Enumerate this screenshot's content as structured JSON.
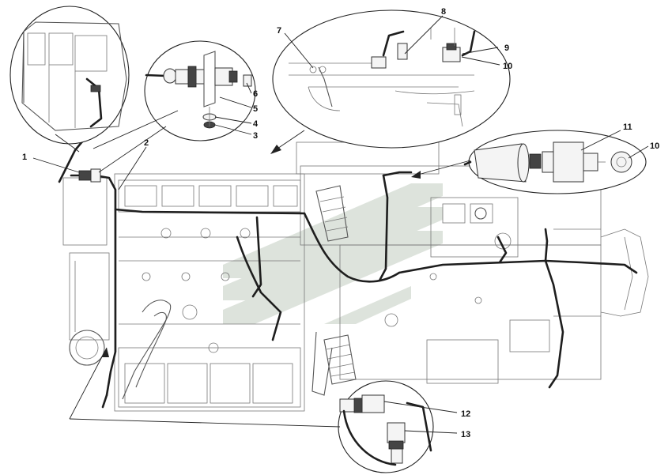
{
  "diagram": {
    "callouts": [
      {
        "id": "c1",
        "label": "1"
      },
      {
        "id": "c2",
        "label": "2"
      },
      {
        "id": "c3",
        "label": "3"
      },
      {
        "id": "c4",
        "label": "4"
      },
      {
        "id": "c5",
        "label": "5"
      },
      {
        "id": "c6",
        "label": "6"
      },
      {
        "id": "c7",
        "label": "7"
      },
      {
        "id": "c8",
        "label": "8"
      },
      {
        "id": "c9",
        "label": "9"
      },
      {
        "id": "c10a",
        "label": "10"
      },
      {
        "id": "c11",
        "label": "11"
      },
      {
        "id": "c10b",
        "label": "10"
      },
      {
        "id": "c12",
        "label": "12"
      },
      {
        "id": "c13",
        "label": "13"
      }
    ],
    "watermark_color": "#dde3dc",
    "harness_color": "#1e1e1e",
    "line_color": "#777777"
  }
}
